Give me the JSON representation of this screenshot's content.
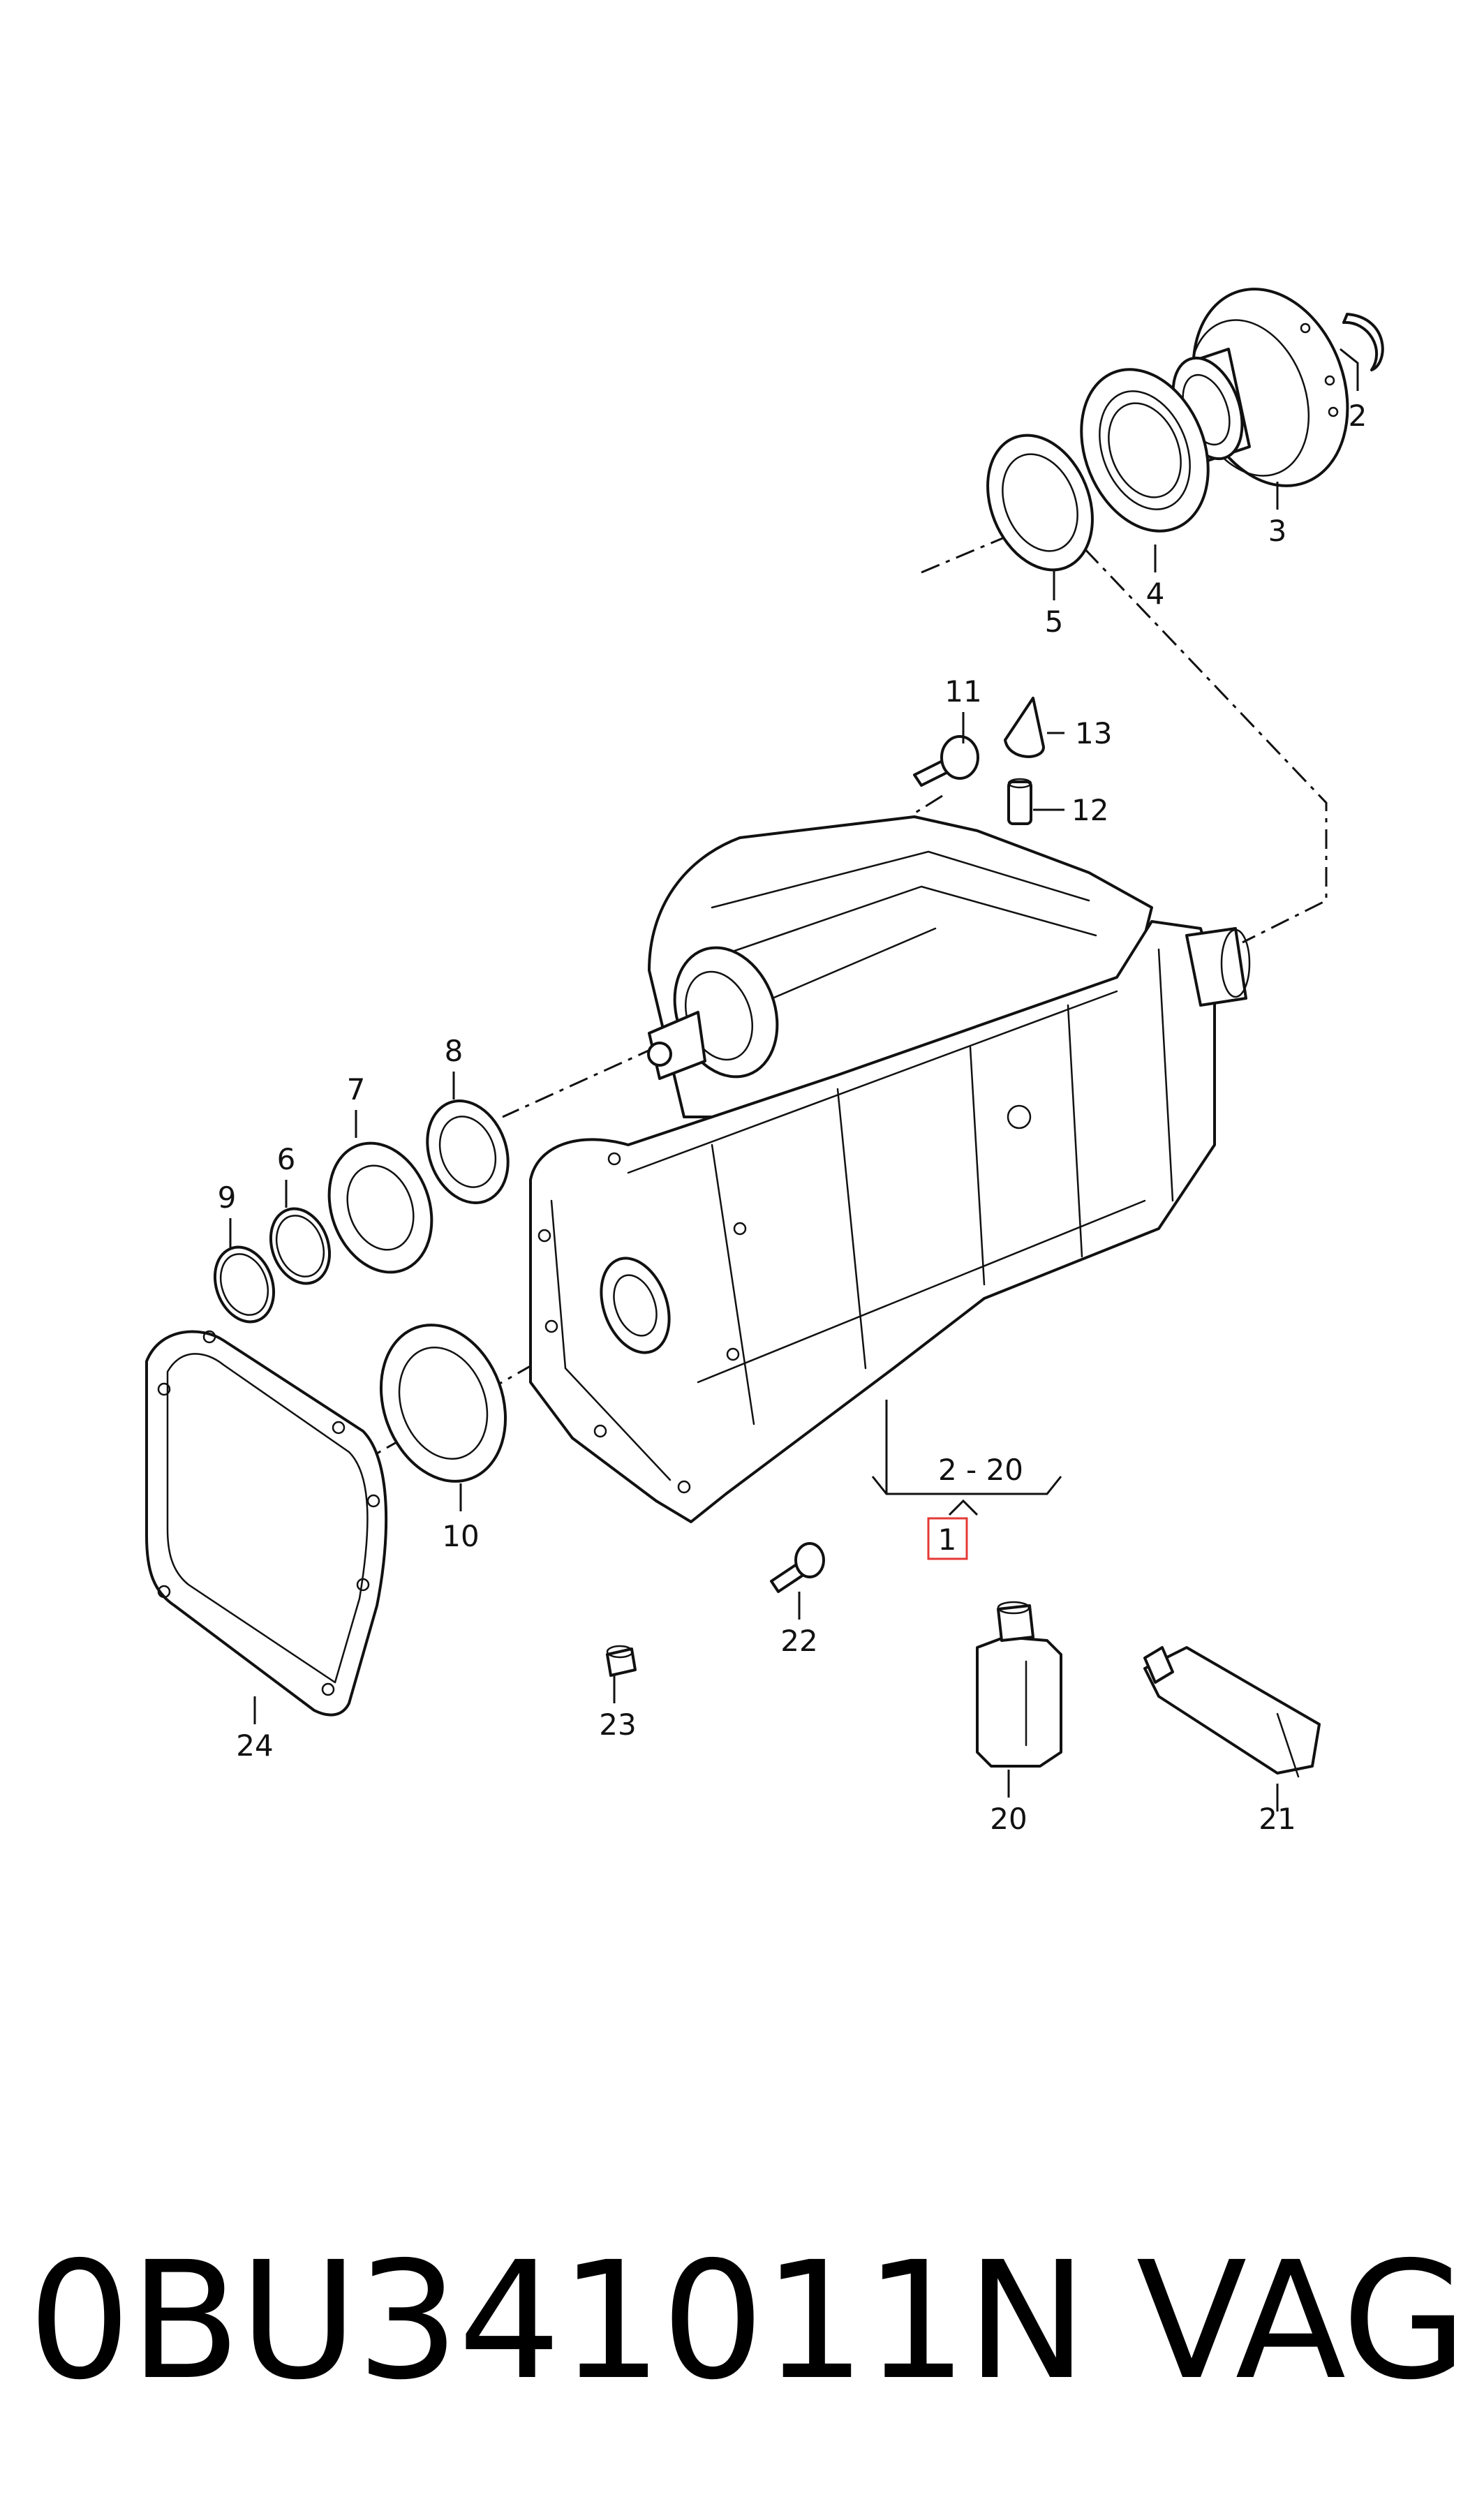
{
  "diagram": {
    "callouts": {
      "c1": "1",
      "c2": "2",
      "c3": "3",
      "c4": "4",
      "c5": "5",
      "c6": "6",
      "c7": "7",
      "c8": "8",
      "c9": "9",
      "c10": "10",
      "c11": "11",
      "c12": "12",
      "c13": "13",
      "c20": "20",
      "c21": "21",
      "c22": "22",
      "c23": "23",
      "c24": "24",
      "range": "2 - 20"
    },
    "highlight_color": "#e53935"
  },
  "footer": {
    "part_number": "0BU341011N",
    "brand": "VAG"
  }
}
